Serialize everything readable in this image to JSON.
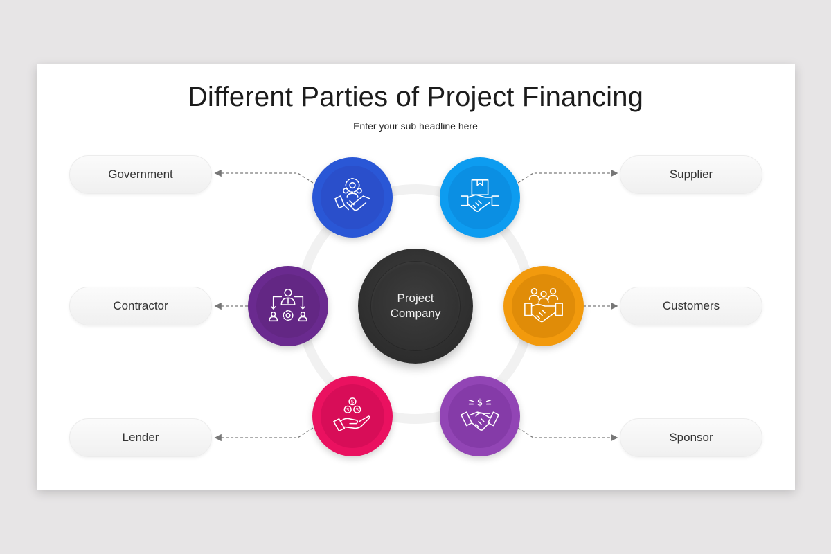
{
  "slide": {
    "title": "Different Parties of Project Financing",
    "subtitle": "Enter your sub headline here"
  },
  "center": {
    "line1": "Project",
    "line2": "Company",
    "color": "#2e2e2e"
  },
  "parties": [
    {
      "label": "Government",
      "icon": "team-handshake-icon",
      "color": "#2956d6",
      "side": "left"
    },
    {
      "label": "Supplier",
      "icon": "box-handshake-icon",
      "color": "#0d97ee",
      "side": "right"
    },
    {
      "label": "Contractor",
      "icon": "manager-delegation-icon",
      "color": "#6f2a92",
      "side": "left"
    },
    {
      "label": "Customers",
      "icon": "group-handshake-icon",
      "color": "#f0960a",
      "side": "right"
    },
    {
      "label": "Lender",
      "icon": "hand-coins-icon",
      "color": "#e8115e",
      "side": "left"
    },
    {
      "label": "Sponsor",
      "icon": "dollar-handshake-icon",
      "color": "#8f3fb0",
      "side": "right"
    }
  ]
}
